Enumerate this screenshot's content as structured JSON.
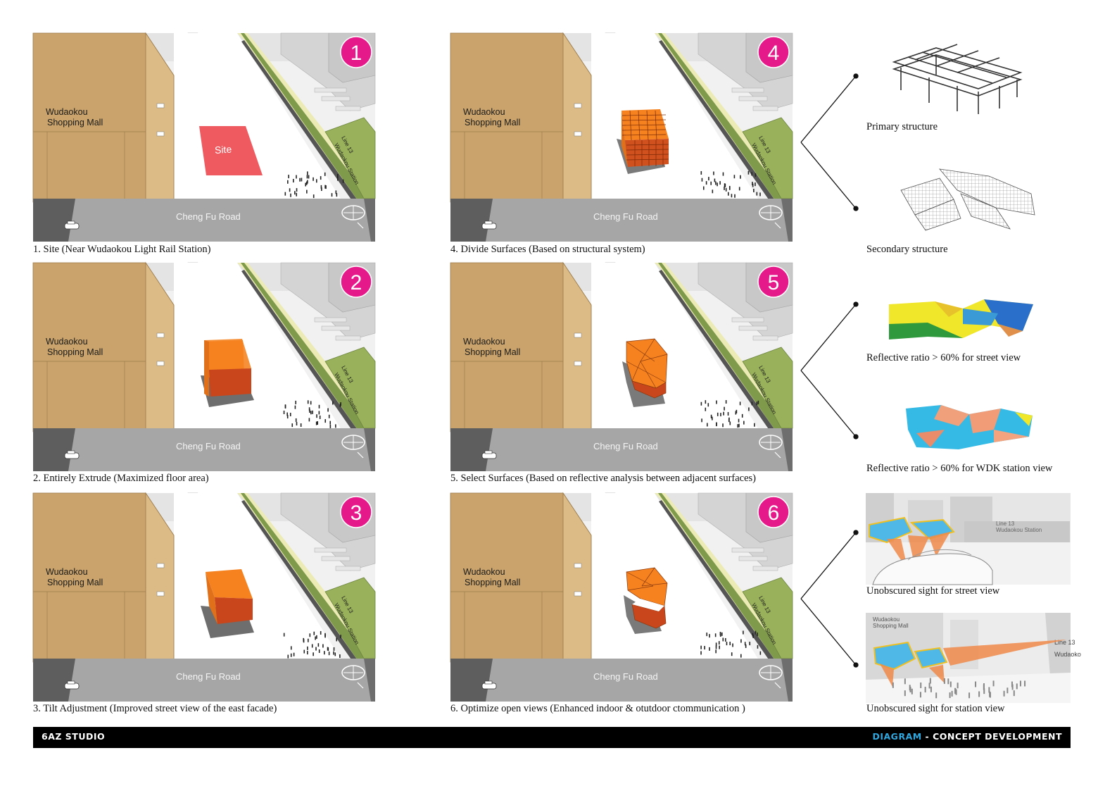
{
  "panels": [
    {
      "number": "1",
      "caption": "1. Site (Near Wudaokou Light Rail Station)",
      "mass": "site",
      "site_label": "Site"
    },
    {
      "number": "2",
      "caption": "2. Entirely Extrude (Maximized floor area)",
      "mass": "box"
    },
    {
      "number": "3",
      "caption": "3. Tilt Adjustment (Improved street view of the east facade)",
      "mass": "tilt"
    },
    {
      "number": "4",
      "caption": "4. Divide Surfaces (Based on structural system)",
      "mass": "grid"
    },
    {
      "number": "5",
      "caption": "5. Select Surfaces (Based on reflective analysis between adjacent surfaces)",
      "mass": "facet"
    },
    {
      "number": "6",
      "caption": "6. Optimize open views (Enhanced indoor & otutdoor ctommunication )",
      "mass": "open"
    }
  ],
  "scene": {
    "mall_label_line1": "Wudaokou",
    "mall_label_line2": "Shopping Mall",
    "station_line1": "Line 13",
    "station_line2": "Wudaokou Station",
    "road_label": "Cheng Fu Road"
  },
  "side": {
    "primary_caption": "Primary structure",
    "secondary_caption": "Secondary structure",
    "reflect_street_caption": "Reflective ratio > 60% for street view",
    "reflect_station_caption": "Reflective ratio > 60% for WDK station view",
    "sight_street_caption": "Unobscured sight for street view",
    "sight_station_caption": "Unobscured sight for station view",
    "street_img_line1": "Line 13",
    "street_img_line2": "Wudaokou Station",
    "station_img_line1": "Wudaokou",
    "station_img_line2": "Shopping Mall",
    "station_img_sign1": "Line 13",
    "station_img_sign2": "Wudaoko"
  },
  "footer": {
    "studio": "6AZ STUDIO",
    "accent": "DIAGRAM",
    "title": " - CONCEPT DEVELOPMENT"
  },
  "colors": {
    "badge": "#e6198a",
    "mall": "#c9a36b",
    "orange": "#f5821f",
    "site": "#ee5a5f",
    "station_green": "#9bb35a"
  }
}
